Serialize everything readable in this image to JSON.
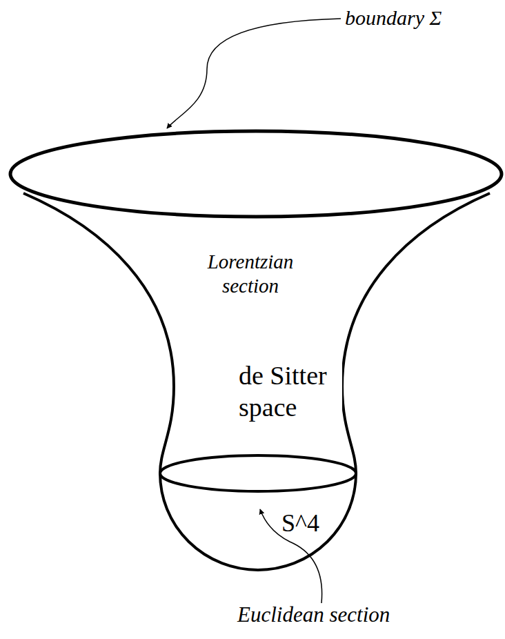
{
  "diagram": {
    "labels": [
      "boundary Σ",
      "Lorentzian section",
      "de Sitter space",
      "S^4",
      "Euclidean section"
    ]
  }
}
